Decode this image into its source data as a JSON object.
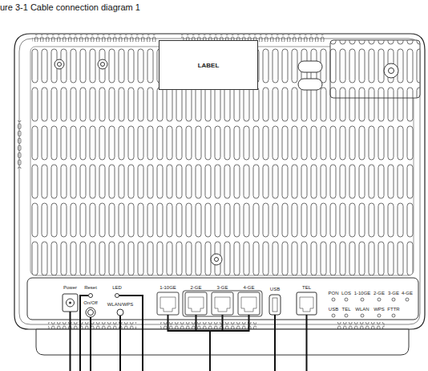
{
  "diagram": {
    "title": "ure 3-1 Cable connection diagram 1",
    "nodes": [
      {
        "text": [
          "LABEL"
        ]
      }
    ],
    "labels": [
      "Power",
      "Reset",
      "On/Off",
      "LED",
      "WLAN/WPS",
      "1-10GE",
      "2-GE",
      "3-GE",
      "4-GE",
      "USB",
      "TEL",
      "PON",
      "LOS",
      "1-10GE",
      "2-GE",
      "3-GE",
      "4-GE",
      "USB",
      "TEL",
      "WLAN",
      "WPS",
      "FTTR"
    ]
  }
}
